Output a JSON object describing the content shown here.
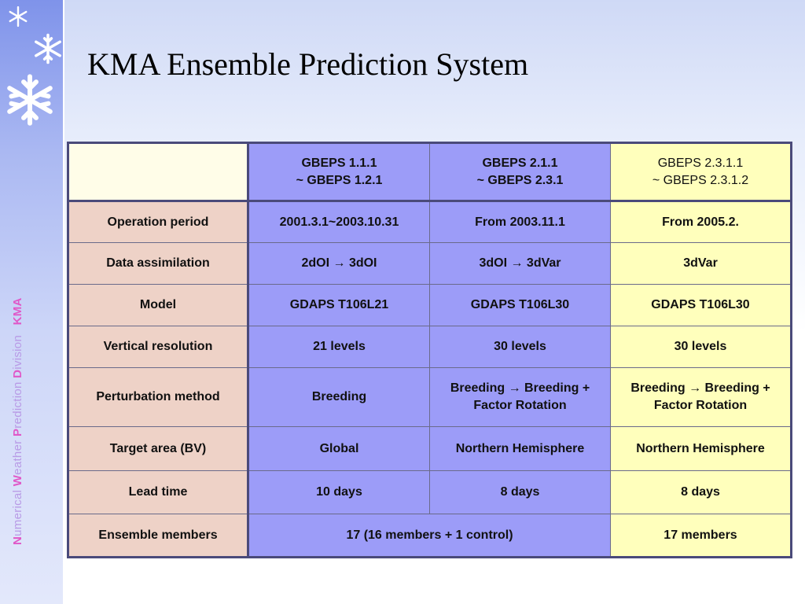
{
  "title": "KMA Ensemble Prediction System",
  "sidebar": {
    "words": [
      {
        "initial": "N",
        "rest": "umerical"
      },
      {
        "initial": "W",
        "rest": "eather"
      },
      {
        "initial": "P",
        "rest": "rediction"
      },
      {
        "initial": "D",
        "rest": "ivision"
      }
    ],
    "org": "KMA"
  },
  "table": {
    "versions": [
      {
        "line1": "GBEPS 1.1.1",
        "line2": "~ GBEPS 1.2.1"
      },
      {
        "line1": "GBEPS 2.1.1",
        "line2": "~ GBEPS 2.3.1"
      },
      {
        "line1": "GBEPS 2.3.1.1",
        "line2": "~ GBEPS 2.3.1.2"
      }
    ],
    "rows": [
      {
        "label": "Operation period",
        "values": [
          "2001.3.1~2003.10.31",
          "From 2003.11.1",
          "From 2005.2."
        ]
      },
      {
        "label": "Data assimilation",
        "values": [
          "2dOI → 3dOI",
          "3dOI → 3dVar",
          "3dVar"
        ]
      },
      {
        "label": "Model",
        "values": [
          "GDAPS T106L21",
          "GDAPS T106L30",
          "GDAPS T106L30"
        ]
      },
      {
        "label": "Vertical resolution",
        "values": [
          "21 levels",
          "30 levels",
          "30 levels"
        ]
      },
      {
        "label": "Perturbation method",
        "values": [
          "Breeding",
          "Breeding → Breeding + Factor Rotation",
          "Breeding → Breeding + Factor Rotation"
        ]
      },
      {
        "label": "Target area (BV)",
        "values": [
          "Global",
          "Northern Hemisphere",
          "Northern Hemisphere"
        ]
      },
      {
        "label": "Lead time",
        "values": [
          "10 days",
          "8 days",
          "8 days"
        ]
      }
    ],
    "members": {
      "label": "Ensemble members",
      "merged": "17 (16 members + 1 control)",
      "last": "17 members"
    }
  },
  "colors": {
    "label_bg": "#eed2c7",
    "col_blue_bg": "#9c9cf8",
    "col_yellow_bg": "#ffffbc",
    "version_text": "#1a8a1a",
    "sidebar_text": "#b89ae6",
    "sidebar_accent": "#e058c8"
  },
  "icons": [
    "snowflake-icon",
    "snowflake-icon",
    "snowflake-icon"
  ]
}
